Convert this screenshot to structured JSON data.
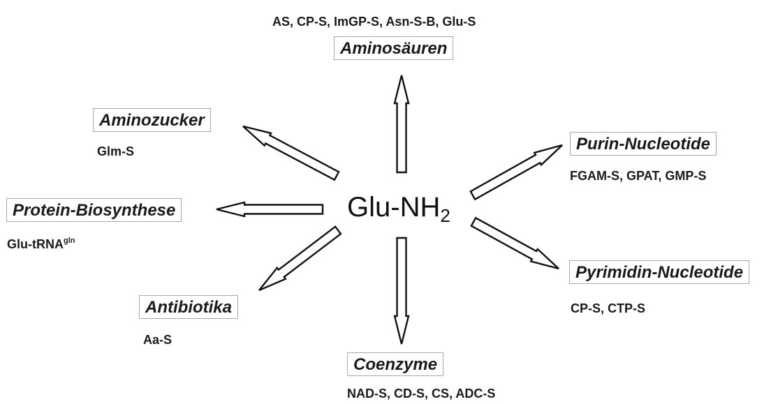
{
  "center": {
    "base": "Glu-NH",
    "subscript": "2"
  },
  "nodes": {
    "aminosaeuren": {
      "label": "Aminosäuren",
      "enzymes": "AS, CP-S, ImGP-S, Asn-S-B, Glu-S"
    },
    "aminozucker": {
      "label": "Aminozucker",
      "enzymes": "Glm-S"
    },
    "purin": {
      "label": "Purin-Nucleotide",
      "enzymes": "FGAM-S, GPAT, GMP-S"
    },
    "protein": {
      "label": "Protein-Biosynthese",
      "enzymes": "Glu-tRNA",
      "enzymes_sup": "gln"
    },
    "pyrimidin": {
      "label": "Pyrimidin-Nucleotide",
      "enzymes": "CP-S, CTP-S"
    },
    "antibiotika": {
      "label": "Antibiotika",
      "enzymes": "Aa-S"
    },
    "coenzyme": {
      "label": "Coenzyme",
      "enzymes": "NAD-S, CD-S, CS, ADC-S"
    }
  }
}
